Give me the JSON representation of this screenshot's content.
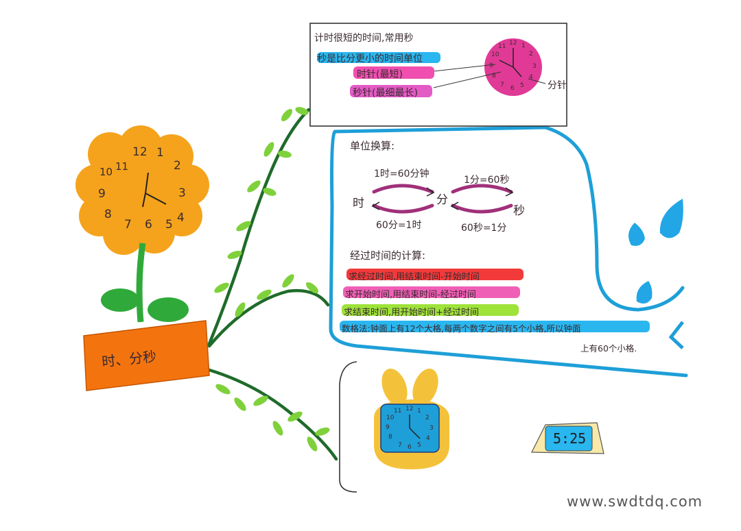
{
  "pot": {
    "label": "时、分秒"
  },
  "flower_clock": {
    "numbers": [
      "12",
      "1",
      "2",
      "3",
      "4",
      "5",
      "6",
      "7",
      "8",
      "9",
      "10",
      "11"
    ]
  },
  "top_box": {
    "line1": "计时很短的时间,常用秒",
    "line2": "秒是比分更小的时间单位",
    "hour_hand": "时针(最短)",
    "second_hand": "秒针(最细最长)",
    "minute_hand": "分针",
    "clock_numbers": [
      "12",
      "1",
      "2",
      "3",
      "4",
      "5",
      "6",
      "7",
      "8",
      "9",
      "10",
      "11"
    ]
  },
  "conversion": {
    "heading": "单位换算:",
    "hour": "时",
    "minute": "分",
    "second": "秒",
    "h_to_m": "1时=60分钟",
    "m_to_h": "60分=1时",
    "m_to_s": "1分=60秒",
    "s_to_m": "60秒=1分"
  },
  "elapsed": {
    "heading": "经过时间的计算:",
    "rule1": "求经过时间,用结束时间-开始时间",
    "rule2": "求开始时间,用结束时间-经过时间",
    "rule3": "求结束时间,用开始时间+经过时间",
    "rule4a": "数格法:钟面上有12个大格,每两个数字之间有5个小格,所以钟面",
    "rule4b": "上有60个小格."
  },
  "bunny_clock": {
    "numbers": [
      "12",
      "1",
      "2",
      "3",
      "4",
      "5",
      "6",
      "7",
      "8",
      "9",
      "10",
      "11"
    ]
  },
  "digital_clock": {
    "time": "5:25"
  },
  "watermark": "www.swdtdq.com",
  "colors": {
    "flower_orange": "#f5a31c",
    "pot_orange": "#f3740f",
    "leaf_green": "#2faa3a",
    "vine_green": "#1f6b2a",
    "frame_blue": "#1e9fd8",
    "highlight_pink": "#f04fb0",
    "highlight_red": "#f23a3a",
    "highlight_green": "#9ee33a",
    "highlight_blue": "#2ab6ee",
    "arrow_purple": "#a0307a"
  }
}
